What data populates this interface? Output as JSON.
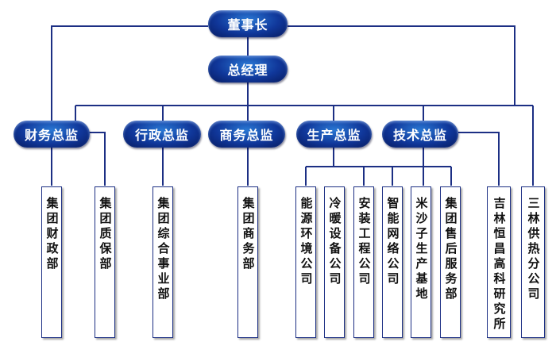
{
  "chairman": "董事长",
  "general_manager": "总经理",
  "directors": [
    "财务总监",
    "行政总监",
    "商务总监",
    "生产总监",
    "技术总监"
  ],
  "departments": {
    "finance": [
      "集团财政部",
      "集团质保部"
    ],
    "admin": [
      "集团综合事业部"
    ],
    "commerce": [
      "集团商务部"
    ],
    "production": [
      "能源环境公司",
      "冷暖设备公司",
      "安装工程公司",
      "智能网络公司",
      "米沙子生产基地",
      "集团售后服务部"
    ],
    "independent": [
      "吉林恒昌高科研究所",
      "三林供热分公司"
    ]
  },
  "colors": {
    "node_fill": "#10379a",
    "node_text": "#ffffff",
    "line": "#1c2f84",
    "box_border": "#1c2f84"
  }
}
